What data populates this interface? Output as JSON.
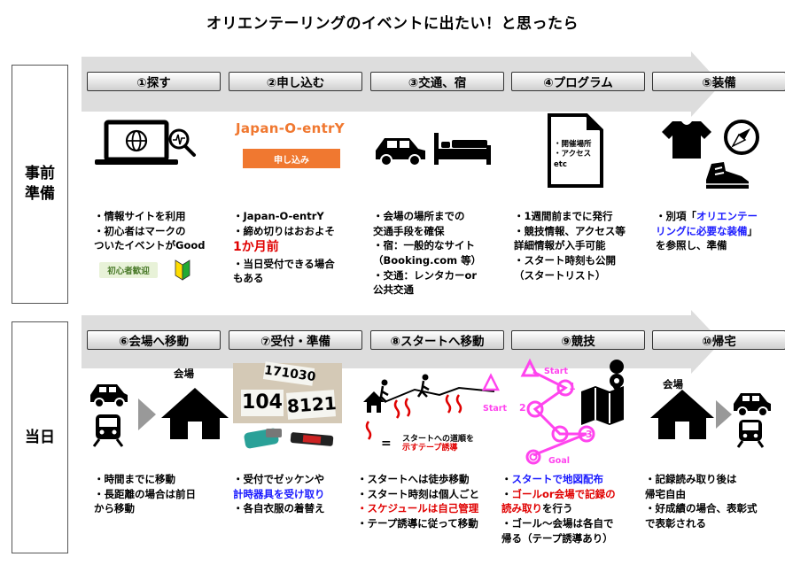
{
  "title": "オリエンテーリングのイベントに出たい！と思ったら",
  "sections": {
    "prep": "事前\n準備",
    "day": "当日"
  },
  "prep_steps": [
    {
      "label": "①探す"
    },
    {
      "label": "②申し込む"
    },
    {
      "label": "③交通、宿"
    },
    {
      "label": "④プログラム"
    },
    {
      "label": "⑤装備"
    }
  ],
  "day_steps": [
    {
      "label": "⑥会場へ移動"
    },
    {
      "label": "⑦受付・準備"
    },
    {
      "label": "⑧スタートへ移動"
    },
    {
      "label": "⑨競技"
    },
    {
      "label": "⑩帰宅"
    }
  ],
  "graphics": {
    "jpoe_logo": "Japan-O-entrY",
    "jpoe_button": "申し込み",
    "beginner_badge": "初心者歓迎",
    "doc_lines": [
      "・開催場所",
      "・アクセス",
      "etc"
    ],
    "venue_label": "会場",
    "bib_top": "171030",
    "bib_left": "104",
    "bib_right": "8121",
    "start_label": "Start",
    "goal_label": "Goal",
    "tape_legend_1": "スタートへの道順を",
    "tape_legend_2": "示すテープ誘導",
    "legend_eq": "=",
    "course_nums": [
      "1",
      "2",
      "3"
    ]
  },
  "desc": {
    "s1": [
      "・情報サイトを利用",
      "・初心者はマークの",
      "ついたイベントがGood"
    ],
    "s2": [
      "・Japan-O-entrY",
      "・締め切りはおおよそ",
      "1か月前",
      "・当日受付できる場合",
      "もある"
    ],
    "s3": [
      "・会場の場所までの",
      "交通手段を確保",
      "・宿：一般的なサイト",
      "（Booking.com 等）",
      "・交通：レンタカーor",
      "公共交通"
    ],
    "s4": [
      "・1週間前までに発行",
      "・競技情報、アクセス等",
      "詳細情報が入手可能",
      "・スタート時刻も公開",
      "（スタートリスト）"
    ],
    "s5_pre": "・別項「",
    "s5_link1": "オリエンテー",
    "s5_link2": "リングに必要な装備",
    "s5_post1": "」",
    "s5_post2": "を参照し、準備",
    "s6": [
      "・時間までに移動",
      "・長距離の場合は前日",
      "から移動"
    ],
    "s7_1": "・受付でゼッケンや",
    "s7_2": "計時器具を受け取り",
    "s7_3": "・各自衣服の着替え",
    "s8_1": "・スタートへは徒歩移動",
    "s8_2": "・スタート時刻は個人ごと",
    "s8_3": "・スケジュールは自己管理",
    "s8_4": "・テープ誘導に従って移動",
    "s9_1a": "・",
    "s9_1b": "スタートで地図配布",
    "s9_2a": "・",
    "s9_2b": "ゴールor会場で記録の",
    "s9_2c": "読み取り",
    "s9_2d": "を行う",
    "s9_3": "・ゴール～会場は各自で",
    "s9_4": "帰る（テープ誘導あり）",
    "s10": [
      "・記録読み取り後は",
      "帰宅自由",
      "・好成績の場合、表彰式",
      "で表彰される"
    ]
  },
  "colors": {
    "arrow": "#dddddd",
    "red": "#e00000",
    "blue": "#1a1aff",
    "pink": "#ff44ee",
    "jpoe_orange": "#f07830"
  }
}
